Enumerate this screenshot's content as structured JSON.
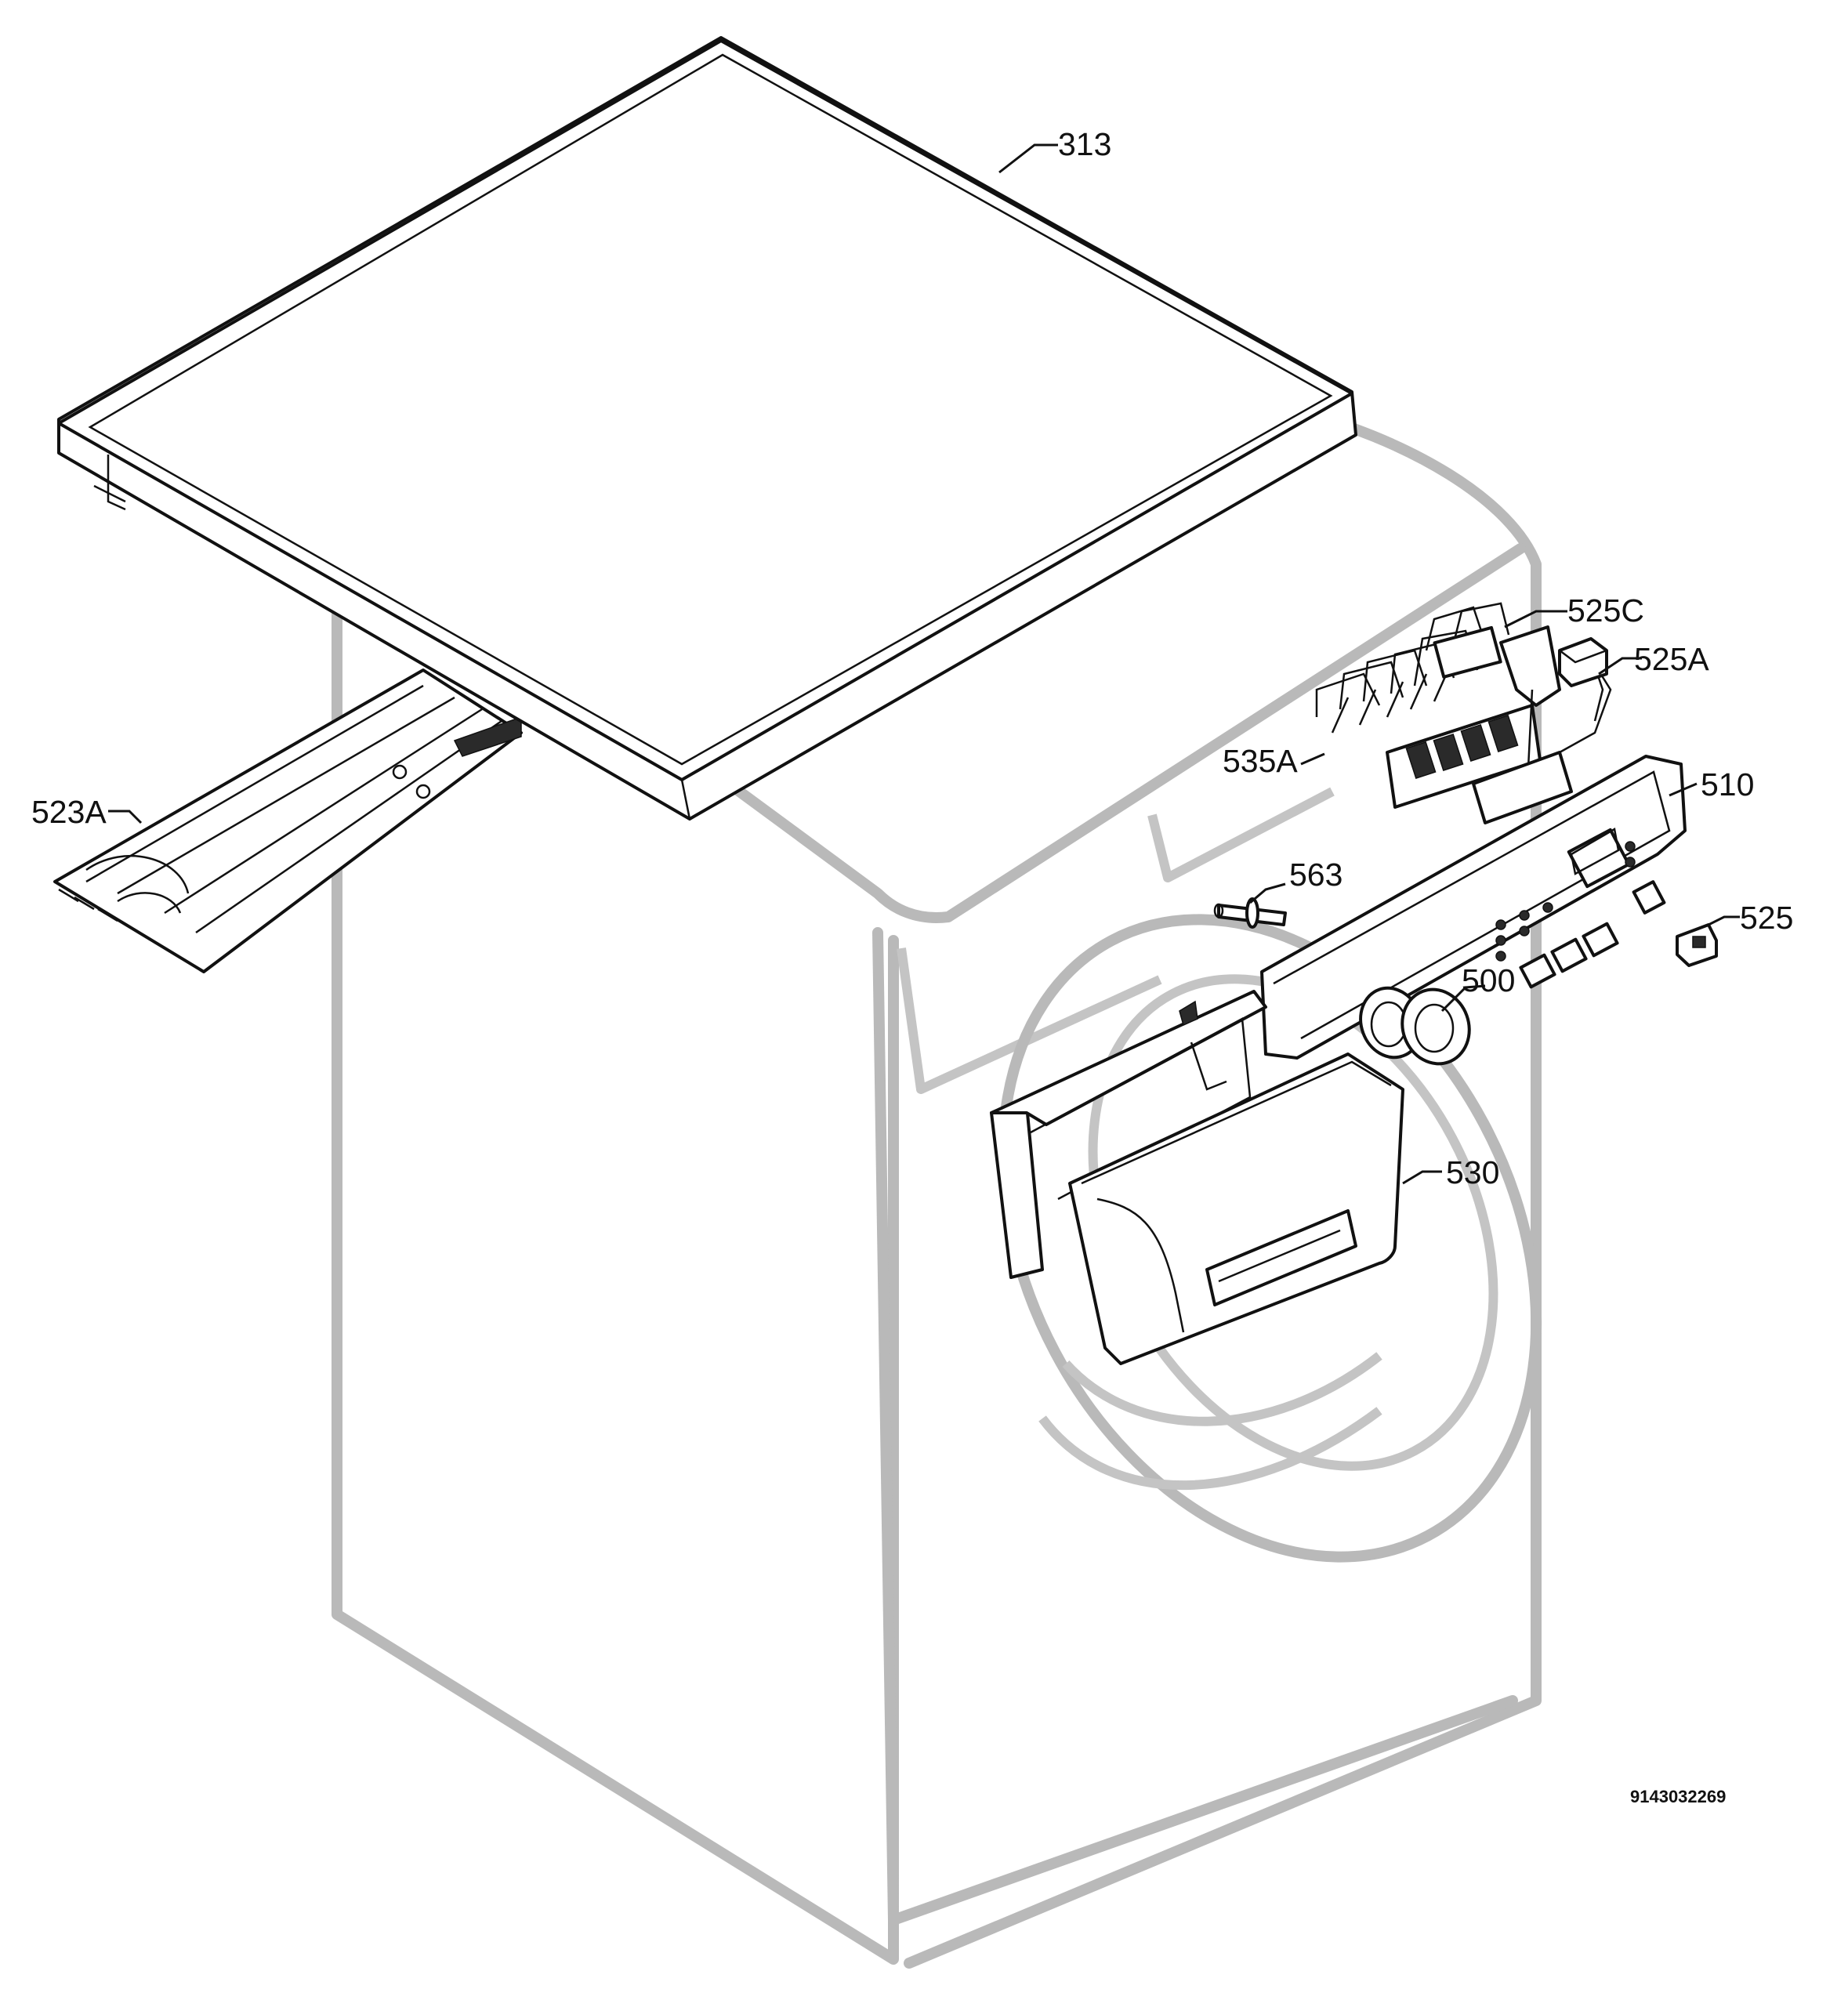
{
  "diagram": {
    "callouts": {
      "c313": "313",
      "c525C": "525C",
      "c525A": "525A",
      "c535A": "535A",
      "c510": "510",
      "c523A": "523A",
      "c563": "563",
      "c525": "525",
      "c500": "500",
      "c530": "530"
    },
    "document_number": "9143032269",
    "colors": {
      "line": "#111111",
      "ghost_outline": "#b9b9b9",
      "background": "#ffffff"
    }
  }
}
